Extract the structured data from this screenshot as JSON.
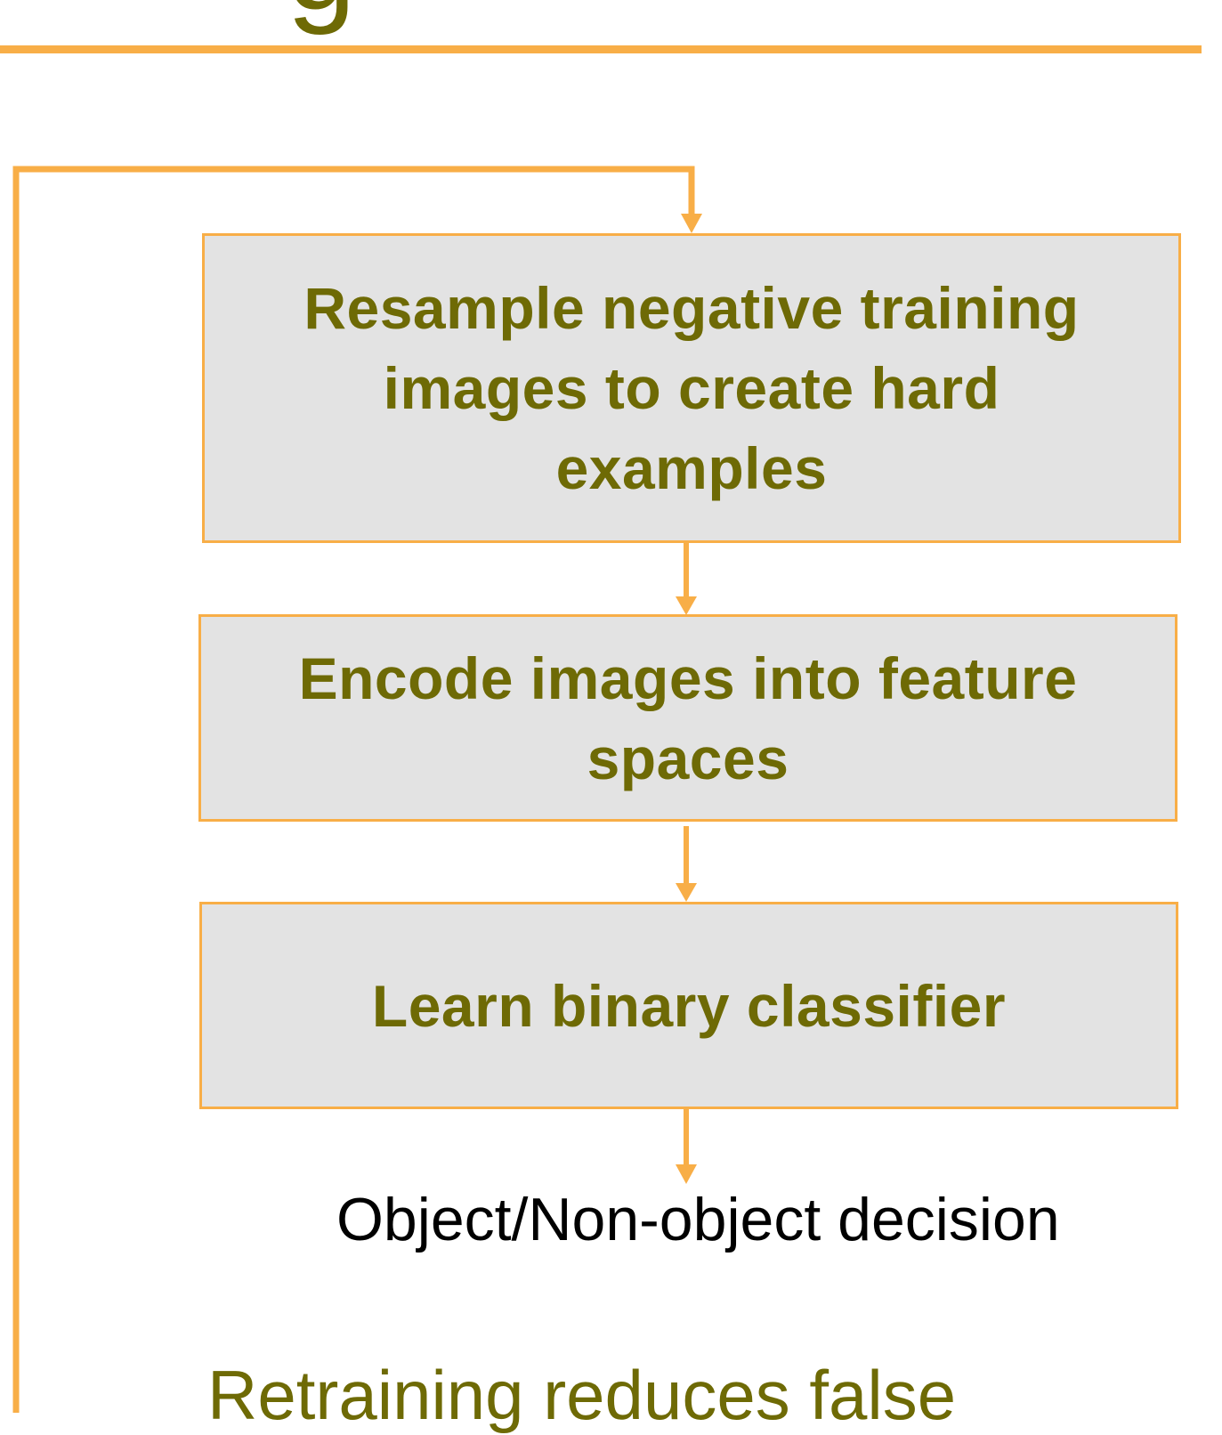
{
  "slide": {
    "title_fragment": "g",
    "steps": [
      {
        "label": "Resample negative training images to create hard examples"
      },
      {
        "label": "Encode images into feature spaces"
      },
      {
        "label": "Learn binary classifier"
      }
    ],
    "output_label": "Object/Non-object decision",
    "footer_text": "Retraining reduces false"
  },
  "colors": {
    "accent": "#f8ae47",
    "text_olive": "#6e6a05",
    "box_fill": "#e3e3e3"
  }
}
